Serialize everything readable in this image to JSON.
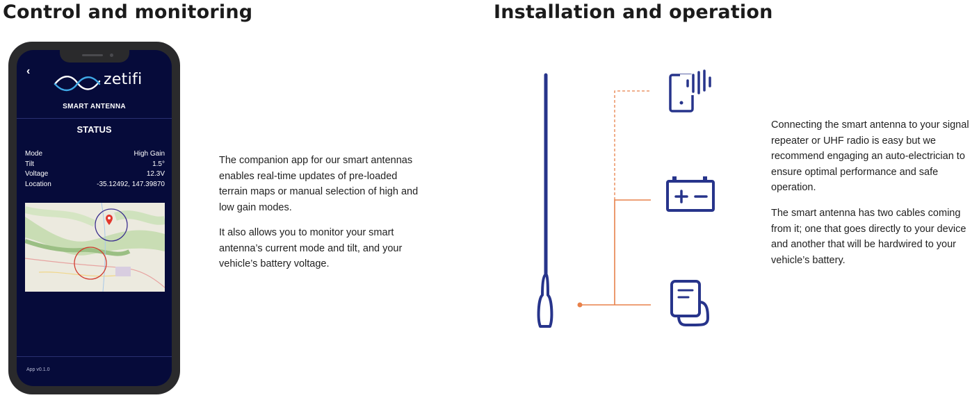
{
  "left": {
    "heading": "Control and monitoring",
    "paragraphs": [
      "The companion app for our smart antennas enables real-time updates of pre-loaded terrain maps or manual selection of high and low gain modes.",
      "It also allows you to monitor your smart antenna’s current mode and tilt, and your vehicle’s battery voltage."
    ]
  },
  "app": {
    "back": "‹",
    "brand": "zetifi",
    "subtitle": "SMART ANTENNA",
    "status_title": "STATUS",
    "rows": [
      {
        "label": "Mode",
        "value": "High Gain"
      },
      {
        "label": "Tilt",
        "value": "1.5°"
      },
      {
        "label": "Voltage",
        "value": "12.3V"
      },
      {
        "label": "Location",
        "value": "-35.12492, 147.39870"
      }
    ],
    "version": "App v0.1.0"
  },
  "right": {
    "heading": "Installation and operation",
    "paragraphs": [
      "Connecting the smart antenna to your signal repeater or UHF radio is easy but we recommend engaging an auto-electrician to ensure optimal performance and safe operation.",
      "The smart antenna has two cables coming from it; one that goes directly to your device and another that will be hardwired to your vehicle’s battery."
    ]
  },
  "colors": {
    "screen": "#060b3a",
    "icon_blue": "#27348b",
    "cable_orange": "#e8814a"
  },
  "icons": [
    "phone-signal-icon",
    "battery-icon",
    "radio-device-icon",
    "antenna-icon",
    "location-pin-icon"
  ]
}
